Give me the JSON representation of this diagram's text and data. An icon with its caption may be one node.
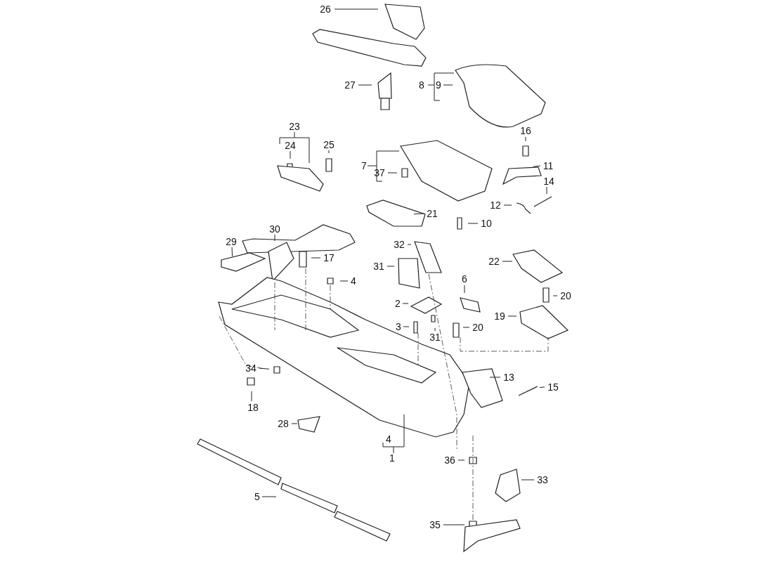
{
  "diagram": {
    "nodes": [
      {
        "text": [
          "26"
        ]
      },
      {
        "text": [
          "27"
        ]
      },
      {
        "text": [
          "9"
        ]
      },
      {
        "text": [
          "24"
        ]
      },
      {
        "text": [
          "25"
        ]
      },
      {
        "text": [
          "16"
        ]
      },
      {
        "text": [
          "37"
        ]
      },
      {
        "text": [
          "11"
        ]
      },
      {
        "text": [
          "14"
        ]
      },
      {
        "text": [
          "12"
        ]
      },
      {
        "text": [
          "21"
        ]
      },
      {
        "text": [
          "10"
        ]
      },
      {
        "text": [
          "30"
        ]
      },
      {
        "text": [
          "29"
        ]
      },
      {
        "text": [
          "17"
        ]
      },
      {
        "text": [
          "32"
        ]
      },
      {
        "text": [
          "31"
        ]
      },
      {
        "text": [
          "4"
        ]
      },
      {
        "text": [
          "22"
        ]
      },
      {
        "text": [
          "6"
        ]
      },
      {
        "text": [
          "20"
        ]
      },
      {
        "text": [
          "2"
        ]
      },
      {
        "text": [
          "19"
        ]
      },
      {
        "text": [
          "3"
        ]
      },
      {
        "text": [
          "31"
        ]
      },
      {
        "text": [
          "20"
        ]
      },
      {
        "text": [
          "34"
        ]
      },
      {
        "text": [
          "18"
        ]
      },
      {
        "text": [
          "13"
        ]
      },
      {
        "text": [
          "15"
        ]
      },
      {
        "text": [
          "28"
        ]
      },
      {
        "text": [
          "36"
        ]
      },
      {
        "text": [
          "33"
        ]
      },
      {
        "text": [
          "5"
        ]
      },
      {
        "text": [
          "35"
        ]
      }
    ],
    "edges": [
      {
        "from": 0,
        "to": null,
        "arrow": "none"
      },
      {
        "from": 1,
        "to": null,
        "arrow": "none"
      },
      {
        "from": 2,
        "to": null,
        "arrow": "none"
      },
      {
        "from": 3,
        "to": null,
        "arrow": "none"
      },
      {
        "from": 4,
        "to": null,
        "arrow": "none"
      },
      {
        "from": 5,
        "to": null,
        "arrow": "none"
      },
      {
        "from": 6,
        "to": null,
        "arrow": "none"
      },
      {
        "from": 7,
        "to": null,
        "arrow": "none"
      },
      {
        "from": 8,
        "to": null,
        "arrow": "none"
      },
      {
        "from": 9,
        "to": null,
        "arrow": "none"
      },
      {
        "from": 10,
        "to": null,
        "arrow": "none"
      },
      {
        "from": 11,
        "to": null,
        "arrow": "none"
      },
      {
        "from": 12,
        "to": null,
        "arrow": "none"
      },
      {
        "from": 13,
        "to": null,
        "arrow": "none"
      },
      {
        "from": 14,
        "to": null,
        "arrow": "none"
      },
      {
        "from": 15,
        "to": null,
        "arrow": "none"
      },
      {
        "from": 16,
        "to": null,
        "arrow": "none"
      },
      {
        "from": 17,
        "to": null,
        "arrow": "none"
      },
      {
        "from": 18,
        "to": null,
        "arrow": "none"
      },
      {
        "from": 19,
        "to": null,
        "arrow": "none"
      },
      {
        "from": 20,
        "to": null,
        "arrow": "none"
      },
      {
        "from": 21,
        "to": null,
        "arrow": "none"
      },
      {
        "from": 22,
        "to": null,
        "arrow": "none"
      },
      {
        "from": 23,
        "to": null,
        "arrow": "none"
      },
      {
        "from": 24,
        "to": null,
        "arrow": "none"
      },
      {
        "from": 25,
        "to": null,
        "arrow": "none"
      },
      {
        "from": 26,
        "to": null,
        "arrow": "none"
      },
      {
        "from": 27,
        "to": null,
        "arrow": "none"
      },
      {
        "from": 28,
        "to": null,
        "arrow": "none"
      },
      {
        "from": 29,
        "to": null,
        "arrow": "none"
      },
      {
        "from": 30,
        "to": null,
        "arrow": "none"
      },
      {
        "from": 31,
        "to": null,
        "arrow": "none"
      },
      {
        "from": 32,
        "to": null,
        "arrow": "none"
      },
      {
        "from": 33,
        "to": null,
        "arrow": "none"
      },
      {
        "from": 34,
        "to": null,
        "arrow": "none"
      }
    ],
    "labels": [
      "8",
      "23",
      "7",
      "4",
      "1"
    ]
  }
}
